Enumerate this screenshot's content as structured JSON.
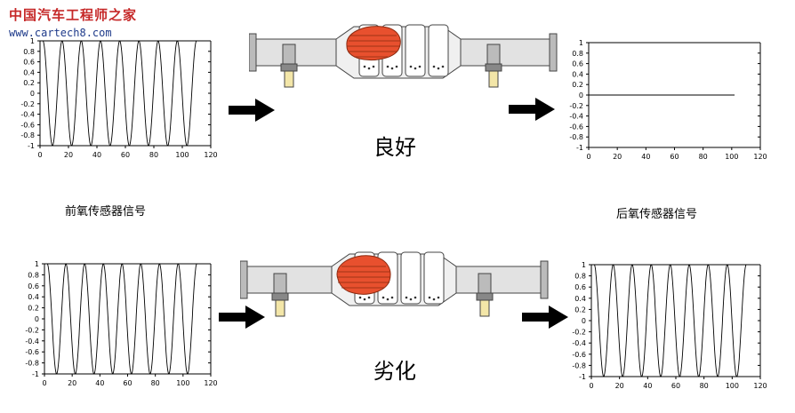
{
  "watermark": {
    "site_cn": "中国汽车工程师之家",
    "url": "www.cartech8.com"
  },
  "labels": {
    "status_good": "良好",
    "status_degraded": "劣化",
    "front_sensor": "前氧传感器信号",
    "rear_sensor": "后氧传感器信号"
  },
  "colors": {
    "catalyst": "#e8502e",
    "pipe": "#d8d8d8",
    "sensor_body": "#f3e6a8"
  },
  "icons": [
    "right-arrow-icon",
    "catalytic-converter-icon",
    "oxygen-sensor-icon"
  ],
  "chart_data": [
    {
      "id": "front-good",
      "type": "line",
      "ylim": [
        -1,
        1
      ],
      "xlim": [
        0,
        120
      ],
      "yticks": [
        "1",
        "0.8",
        "0.6",
        "0.4",
        "0.2",
        "0",
        "-0.2",
        "-0.4",
        "-0.6",
        "-0.8",
        "-1"
      ],
      "xticks": [
        "0",
        "20",
        "40",
        "60",
        "80",
        "100",
        "120"
      ],
      "series": [
        {
          "kind": "sine",
          "x_start": 2,
          "x_end": 110,
          "period": 13.5,
          "amplitude": 1.0
        }
      ]
    },
    {
      "id": "rear-good",
      "type": "line",
      "ylim": [
        -1,
        1
      ],
      "xlim": [
        0,
        120
      ],
      "yticks": [
        "1",
        "0.8",
        "0.6",
        "0.4",
        "0.2",
        "0",
        "-0.2",
        "-0.4",
        "-0.6",
        "-0.8",
        "-1"
      ],
      "xticks": [
        "0",
        "20",
        "40",
        "60",
        "80",
        "100",
        "120"
      ],
      "series": [
        {
          "kind": "flat",
          "x_start": 0,
          "x_end": 102,
          "y": 0
        }
      ]
    },
    {
      "id": "front-degraded",
      "type": "line",
      "ylim": [
        -1,
        1
      ],
      "xlim": [
        0,
        120
      ],
      "yticks": [
        "1",
        "0.8",
        "0.6",
        "0.4",
        "0.2",
        "0",
        "-0.2",
        "-0.4",
        "-0.6",
        "-0.8",
        "-1"
      ],
      "xticks": [
        "0",
        "20",
        "40",
        "60",
        "80",
        "100",
        "120"
      ],
      "series": [
        {
          "kind": "sine",
          "x_start": 2,
          "x_end": 110,
          "period": 13.5,
          "amplitude": 1.0
        }
      ]
    },
    {
      "id": "rear-degraded",
      "type": "line",
      "ylim": [
        -1,
        1
      ],
      "xlim": [
        0,
        120
      ],
      "yticks": [
        "1",
        "0.8",
        "0.6",
        "0.4",
        "0.2",
        "0",
        "-0.2",
        "-0.4",
        "-0.6",
        "-0.8",
        "-1"
      ],
      "xticks": [
        "0",
        "20",
        "40",
        "60",
        "80",
        "100",
        "120"
      ],
      "series": [
        {
          "kind": "sine",
          "x_start": 2,
          "x_end": 110,
          "period": 13.5,
          "amplitude": 1.0
        }
      ]
    }
  ]
}
